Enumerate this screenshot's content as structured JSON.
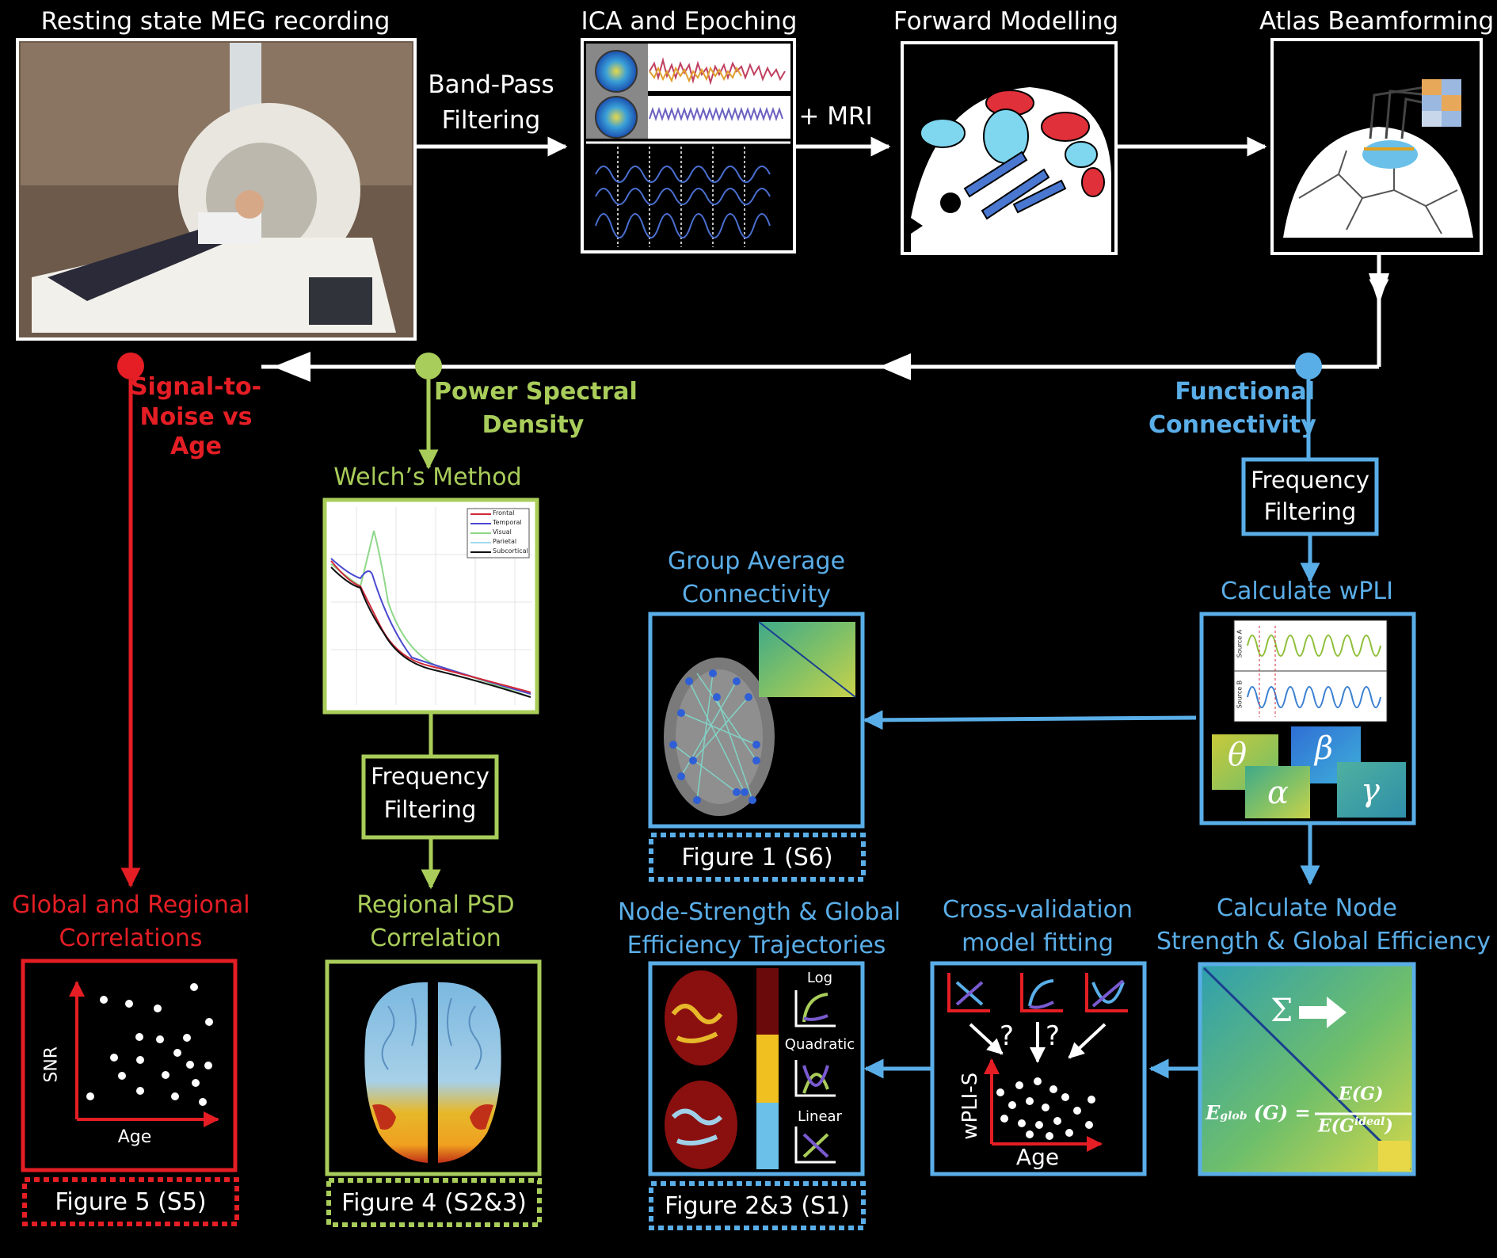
{
  "colors": {
    "background": "#000000",
    "red": "#e41e24",
    "green": "#a9cd5a",
    "blue": "#5aaee8",
    "white": "#ffffff"
  },
  "top": {
    "meg_title": "Resting state MEG recording",
    "band_pass_line1": "Band-Pass",
    "band_pass_line2": "Filtering",
    "ica_title": "ICA and Epoching",
    "mri_label": "+ MRI",
    "forward_title": "Forward Modelling",
    "atlas_title": "Atlas Beamforming"
  },
  "red_branch": {
    "title_line1": "Signal-to-",
    "title_line2": "Noise vs",
    "title_line3": "Age",
    "result_line1": "Global and Regional",
    "result_line2": "Correlations",
    "y_axis": "SNR",
    "x_axis": "Age",
    "figure_label": "Figure 5 (S5)"
  },
  "green_branch": {
    "title_line1": "Power Spectral",
    "title_line2": "Density",
    "welch": "Welch’s Method",
    "legend": [
      "Frontal",
      "Temporal",
      "Visual",
      "Parietal",
      "Subcortical"
    ],
    "freq_line1": "Frequency",
    "freq_line2": "Filtering",
    "regional_line1": "Regional PSD",
    "regional_line2": "Correlation",
    "figure_label": "Figure 4 (S2&3)"
  },
  "blue_branch": {
    "title_line1": "Functional",
    "title_line2": "Connectivity",
    "freq_line1": "Frequency",
    "freq_line2": "Filtering",
    "wpli": "Calculate wPLI",
    "source_a": "Source A",
    "source_b": "Source B",
    "bands": [
      "θ",
      "β",
      "α",
      "γ"
    ],
    "group_line1": "Group Average",
    "group_line2": "Connectivity",
    "fig1_label": "Figure 1 (S6)",
    "node_calc_line1": "Calculate Node",
    "node_calc_line2": "Strength & Global Efficiency",
    "sigma": "Σ",
    "eglob_lhs": "E",
    "eglob_sub": "glob",
    "eglob_arg": "(G) =",
    "eglob_num": "E(G)",
    "eglob_den": "E(G",
    "eglob_den_sup": "ideal",
    "eglob_den_close": ")",
    "cv_line1": "Cross-validation",
    "cv_line2": "model fitting",
    "cv_y_axis": "wPLI-S",
    "cv_x_axis": "Age",
    "traj_line1": "Node-Strength & Global",
    "traj_line2": "Efficiency Trajectories",
    "models": [
      "Log",
      "Quadratic",
      "Linear"
    ],
    "fig23_label": "Figure 2&3 (S1)"
  }
}
